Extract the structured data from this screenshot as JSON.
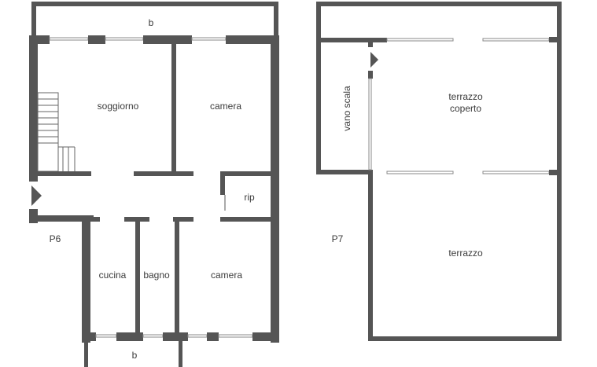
{
  "floors": [
    {
      "id": "p6",
      "label": "P6",
      "rooms": {
        "balcony_top": "b",
        "soggiorno": "soggiorno",
        "camera_1": "camera",
        "rip": "rip",
        "cucina": "cucina",
        "bagno": "bagno",
        "camera_2": "camera",
        "balcony_bottom": "b"
      }
    },
    {
      "id": "p7",
      "label": "P7",
      "rooms": {
        "vano_scala": "vano scala",
        "terrazzo_coperto_line1": "terrazzo",
        "terrazzo_coperto_line2": "coperto",
        "terrazzo": "terrazzo"
      }
    }
  ],
  "colors": {
    "wall": "#555555",
    "text": "#3b3b3b",
    "background": "#ffffff"
  }
}
